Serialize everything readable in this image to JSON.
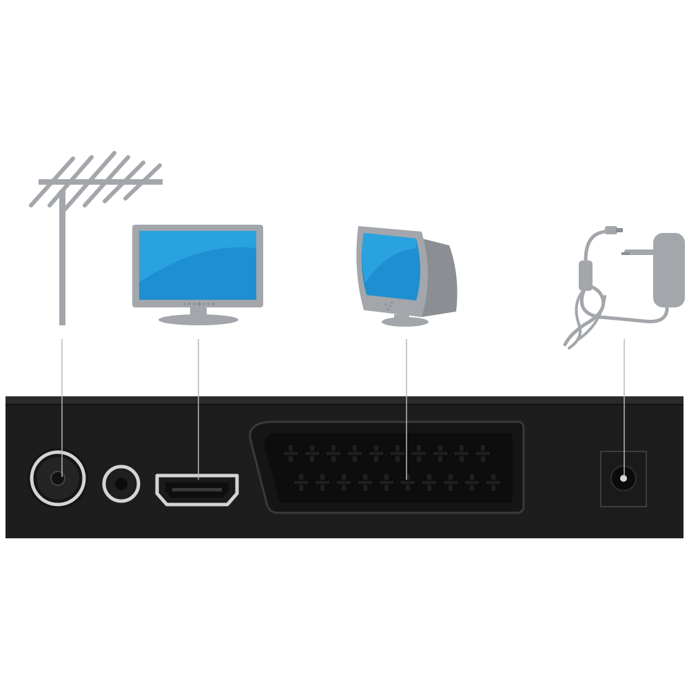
{
  "diagram": {
    "connections": [
      {
        "device": "antenna-icon",
        "port": "antenna-input-port"
      },
      {
        "device": "flat-tv-icon",
        "port": "hdmi-port"
      },
      {
        "device": "crt-tv-icon",
        "port": "scart-port"
      },
      {
        "device": "power-adapter-icon",
        "port": "dc-power-port"
      }
    ],
    "other_ports": [
      "audio-video-jack"
    ],
    "scart_pins": {
      "top_row": 10,
      "bottom_row": 10
    },
    "colors": {
      "device_grey": "#a3a6aa",
      "device_grey_dark": "#8b8e92",
      "screen_blue": "#1e8fd0",
      "screen_blue_light": "#2ea6e3",
      "receiver_body": "#1d1d1d",
      "receiver_top": "#2b2b2b",
      "connector_line": "#b9b9b9",
      "port_metal": "#d9d9d9"
    }
  }
}
